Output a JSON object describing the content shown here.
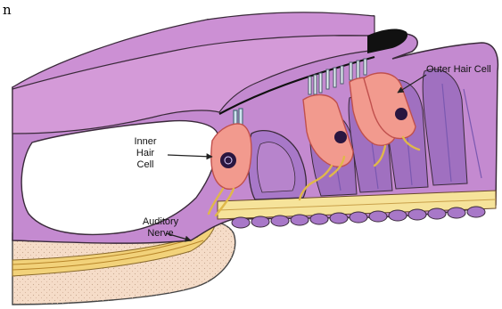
{
  "figure": {
    "corner_caption": "n"
  },
  "labels": {
    "outer_hair_cell": "Outer Hair Cell",
    "inner_hair_cell": {
      "line1": "Inner",
      "line2": "Hair",
      "line3": "Cell"
    },
    "auditory_nerve": {
      "line1": "Auditory",
      "line2": "Nerve"
    }
  },
  "colors": {
    "tectorial_membrane": "#cc90d4",
    "organ_tissue": "#c48ad0",
    "support_cells": "#a878c8",
    "hair_cell": "#f29a8e",
    "hair_cell_outline": "#c0504d",
    "nucleus": "#2a1640",
    "stereocilia": "#cfe3ee",
    "nerve_fiber": "#e8c46a",
    "basilar_membrane": "#f6e39a",
    "bone": "#f5dcc8",
    "outline": "#333333"
  },
  "icons": {
    "tectorial_tip": "black-tip-shape",
    "leader_arrows": "arrow-icon"
  }
}
